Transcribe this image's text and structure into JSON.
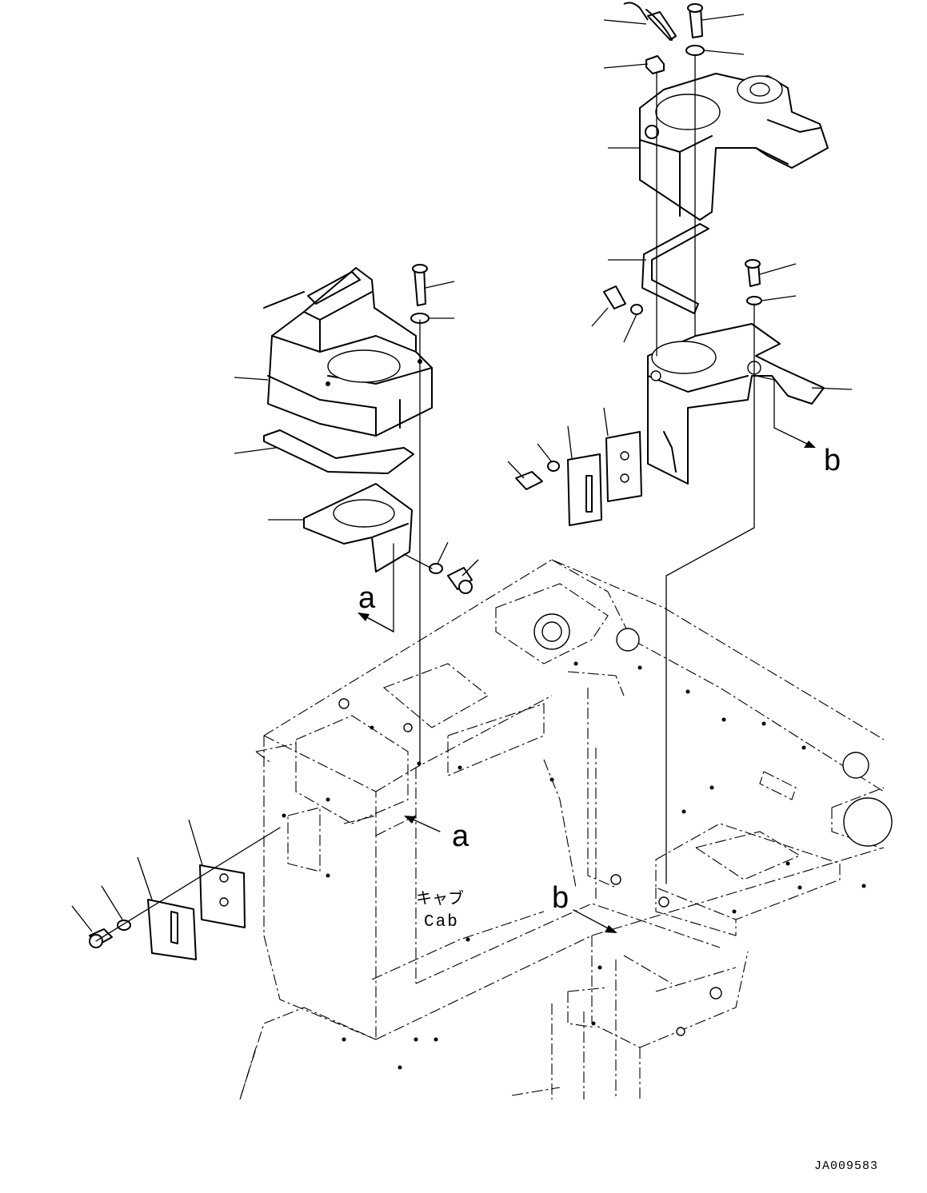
{
  "drawing": {
    "view_refs": [
      "a",
      "a",
      "b",
      "b"
    ],
    "cab_label_jp": "キャブ",
    "cab_label_en": "Cab",
    "drawing_code": "JA009583"
  }
}
